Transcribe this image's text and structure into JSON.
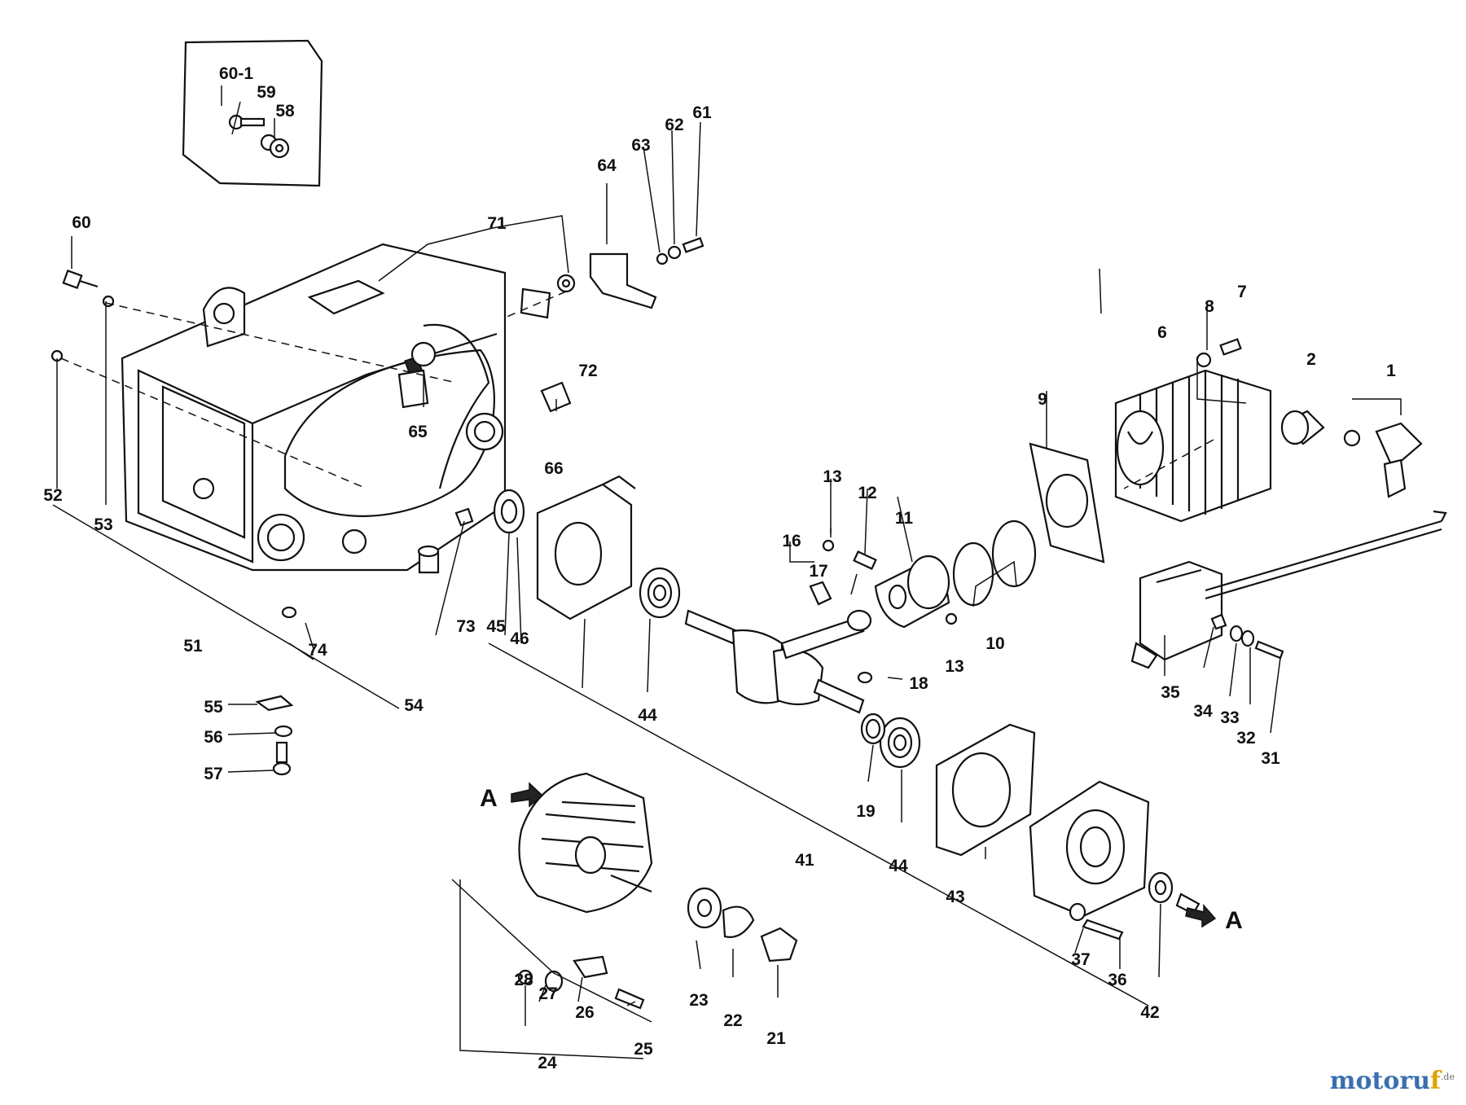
{
  "watermark": {
    "prefix": "motoru",
    "accent": "f",
    "suffix": ".de"
  },
  "parts": [
    {
      "id": "1",
      "label": "1"
    },
    {
      "id": "2",
      "label": "2"
    },
    {
      "id": "6",
      "label": "6"
    },
    {
      "id": "7",
      "label": "7"
    },
    {
      "id": "8",
      "label": "8"
    },
    {
      "id": "9",
      "label": "9"
    },
    {
      "id": "10",
      "label": "10"
    },
    {
      "id": "11",
      "label": "11"
    },
    {
      "id": "12",
      "label": "12"
    },
    {
      "id": "13a",
      "label": "13"
    },
    {
      "id": "13b",
      "label": "13"
    },
    {
      "id": "16",
      "label": "16"
    },
    {
      "id": "17",
      "label": "17"
    },
    {
      "id": "18",
      "label": "18"
    },
    {
      "id": "19",
      "label": "19"
    },
    {
      "id": "21",
      "label": "21"
    },
    {
      "id": "22",
      "label": "22"
    },
    {
      "id": "23",
      "label": "23"
    },
    {
      "id": "24",
      "label": "24"
    },
    {
      "id": "25",
      "label": "25"
    },
    {
      "id": "26",
      "label": "26"
    },
    {
      "id": "27",
      "label": "27"
    },
    {
      "id": "28",
      "label": "28"
    },
    {
      "id": "31",
      "label": "31"
    },
    {
      "id": "32",
      "label": "32"
    },
    {
      "id": "33",
      "label": "33"
    },
    {
      "id": "34",
      "label": "34"
    },
    {
      "id": "35",
      "label": "35"
    },
    {
      "id": "36",
      "label": "36"
    },
    {
      "id": "37",
      "label": "37"
    },
    {
      "id": "41",
      "label": "41"
    },
    {
      "id": "42",
      "label": "42"
    },
    {
      "id": "43",
      "label": "43"
    },
    {
      "id": "44a",
      "label": "44"
    },
    {
      "id": "44b",
      "label": "44"
    },
    {
      "id": "45",
      "label": "45"
    },
    {
      "id": "46",
      "label": "46"
    },
    {
      "id": "51",
      "label": "51"
    },
    {
      "id": "52",
      "label": "52"
    },
    {
      "id": "53",
      "label": "53"
    },
    {
      "id": "54",
      "label": "54"
    },
    {
      "id": "55",
      "label": "55"
    },
    {
      "id": "56",
      "label": "56"
    },
    {
      "id": "57",
      "label": "57"
    },
    {
      "id": "58",
      "label": "58"
    },
    {
      "id": "59",
      "label": "59"
    },
    {
      "id": "60",
      "label": "60"
    },
    {
      "id": "60-1",
      "label": "60-1"
    },
    {
      "id": "61",
      "label": "61"
    },
    {
      "id": "62",
      "label": "62"
    },
    {
      "id": "63",
      "label": "63"
    },
    {
      "id": "64",
      "label": "64"
    },
    {
      "id": "65",
      "label": "65"
    },
    {
      "id": "66",
      "label": "66"
    },
    {
      "id": "71",
      "label": "71"
    },
    {
      "id": "72",
      "label": "72"
    },
    {
      "id": "73",
      "label": "73"
    },
    {
      "id": "74",
      "label": "74"
    }
  ],
  "arrow_marks": [
    {
      "id": "A-left",
      "label": "A"
    },
    {
      "id": "A-right",
      "label": "A"
    }
  ]
}
